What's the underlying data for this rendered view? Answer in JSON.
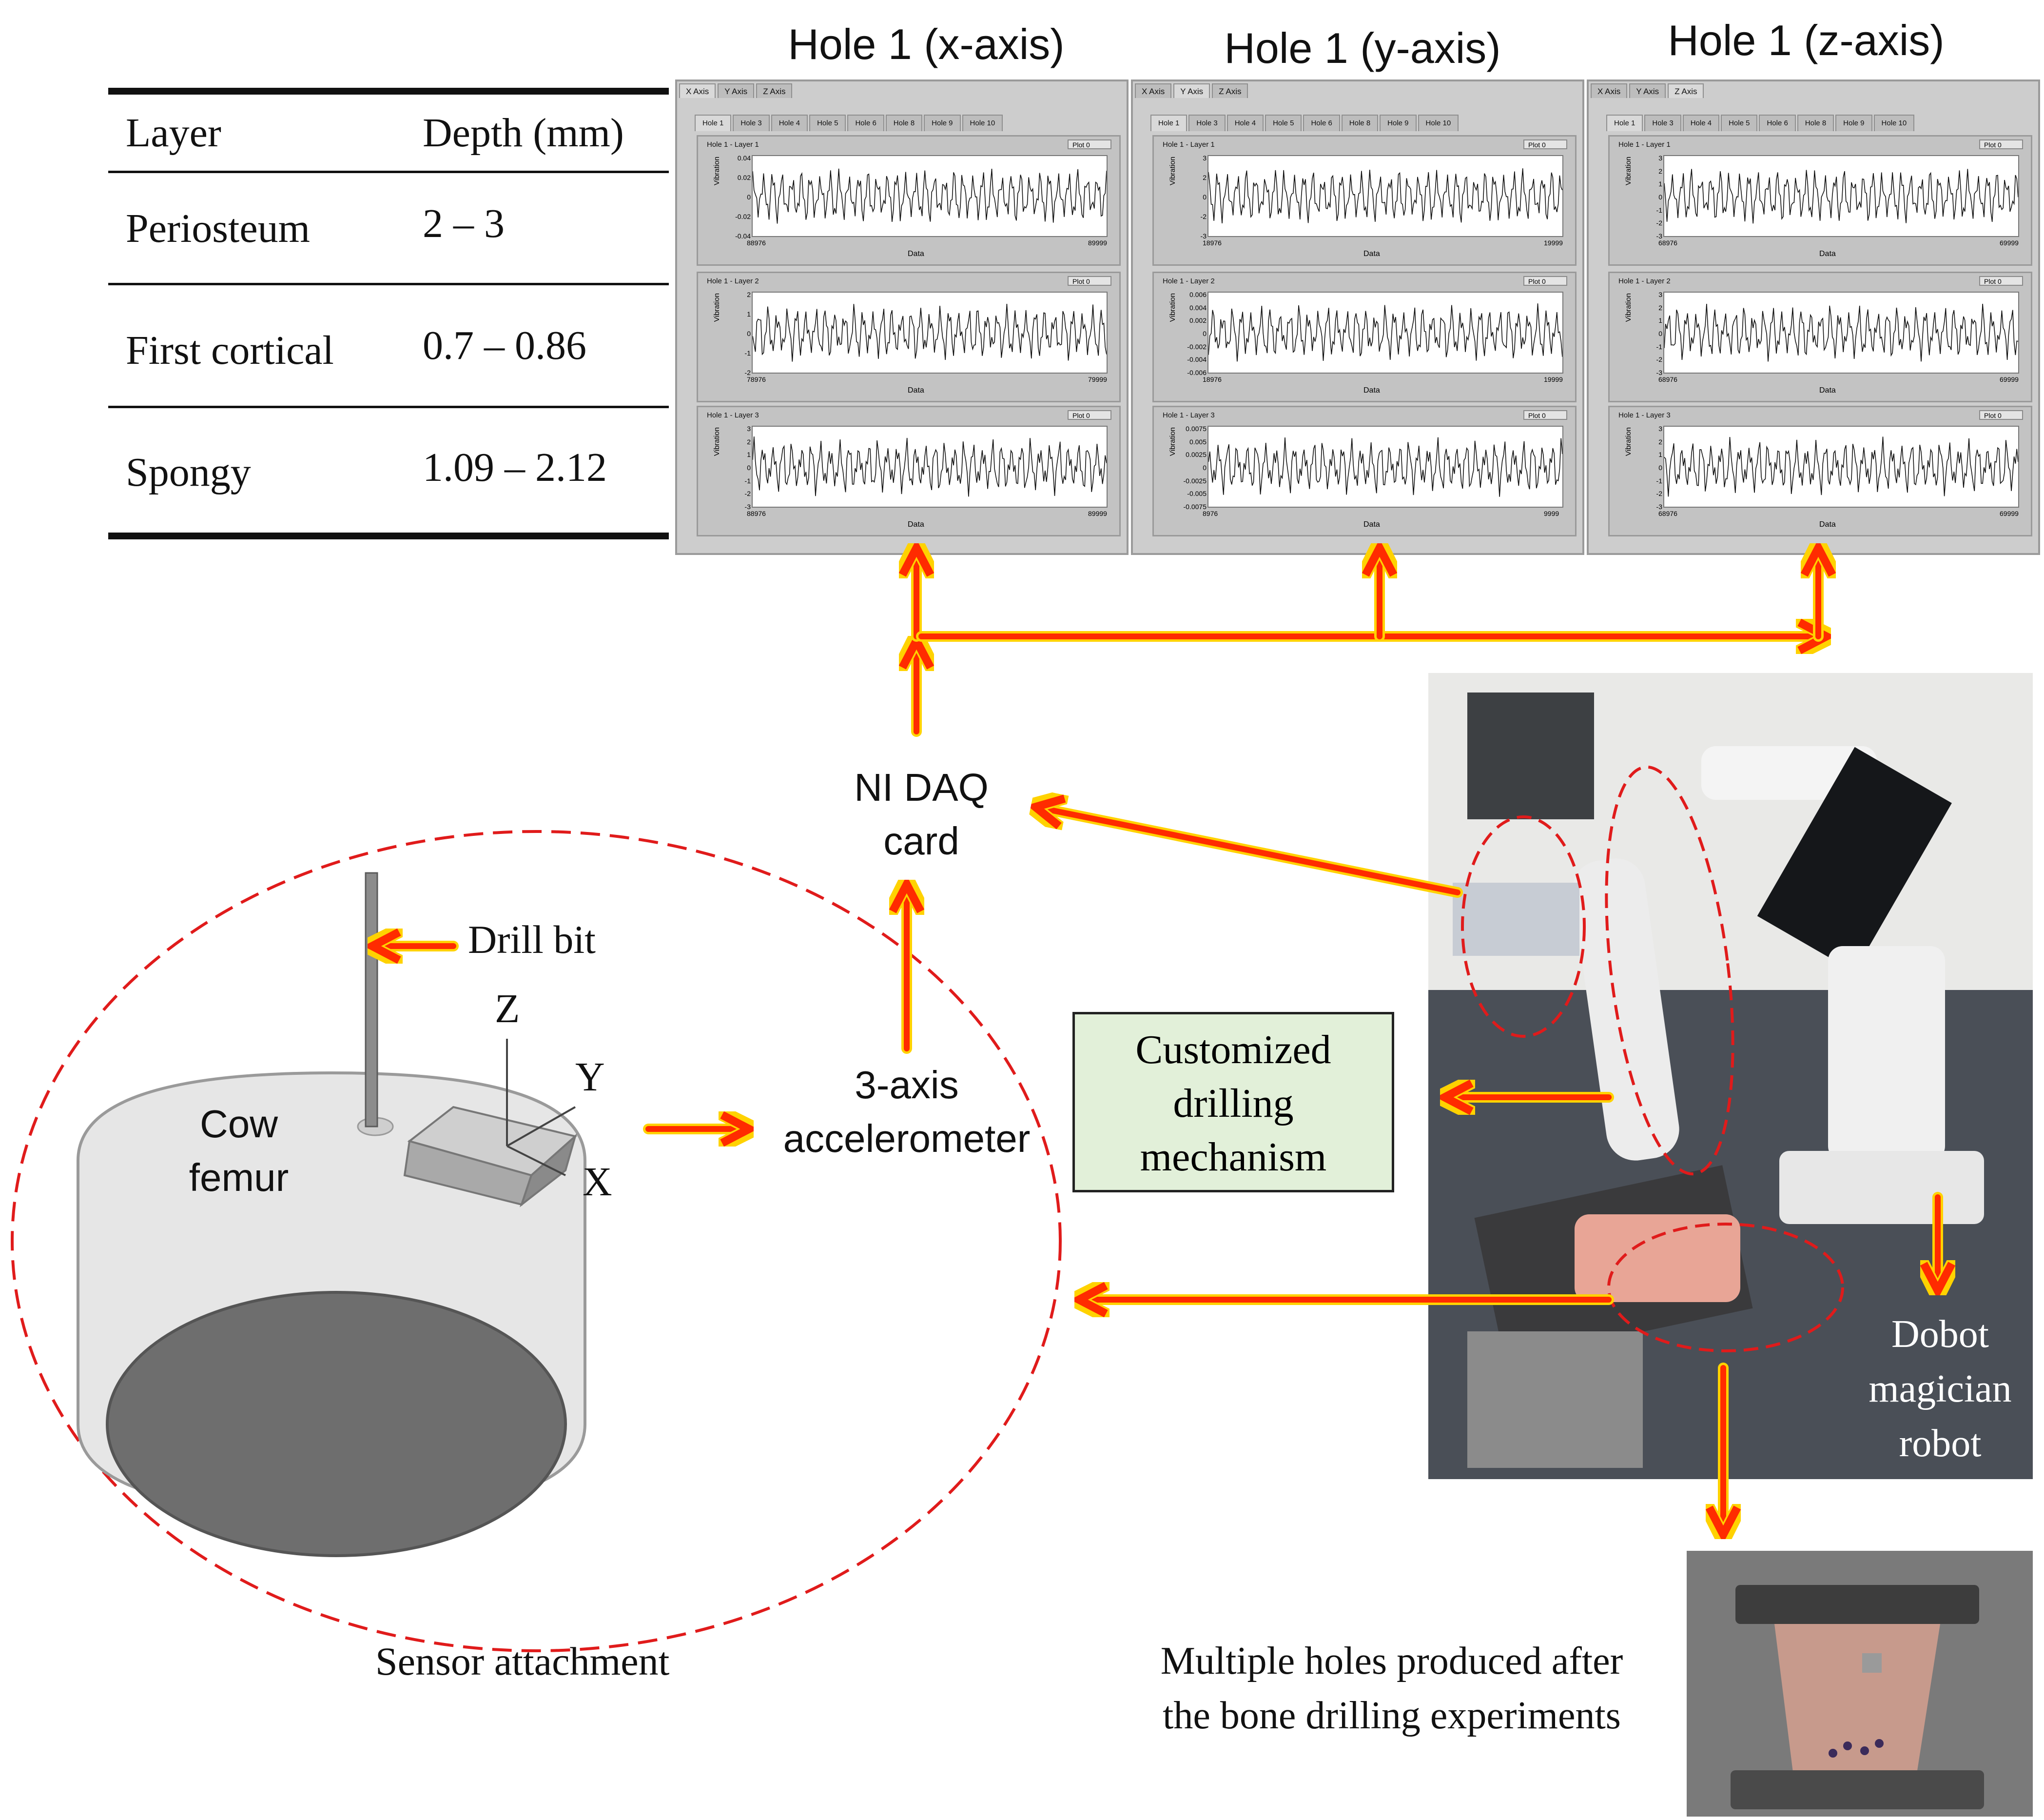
{
  "table": {
    "header": {
      "layer": "Layer",
      "depth": "Depth (mm)"
    },
    "rows": [
      {
        "layer": "Periosteum",
        "depth": "2 – 3"
      },
      {
        "layer": "First cortical",
        "depth": "0.7 – 0.86"
      },
      {
        "layer": "Spongy",
        "depth": "1.09 – 2.12"
      }
    ]
  },
  "panels": [
    {
      "title": "Hole 1 (x-axis)",
      "axis_tabs": [
        "X Axis",
        "Y Axis",
        "Z Axis"
      ],
      "active_axis": 0,
      "hole_tabs": [
        "Hole 1",
        "Hole 3",
        "Hole 4",
        "Hole 5",
        "Hole 6",
        "Hole 8",
        "Hole 9",
        "Hole 10"
      ],
      "graphs": [
        {
          "label": "Hole 1 - Layer 1",
          "plot": "Plot 0",
          "ylabel": "Vibration",
          "xlabel": "Data",
          "xmin": "88976",
          "xmax": "89999",
          "yticks": [
            "0.04",
            "0.02",
            "0",
            "-0.02",
            "-0.04"
          ]
        },
        {
          "label": "Hole 1 - Layer 2",
          "plot": "Plot 0",
          "ylabel": "Vibration",
          "xlabel": "Data",
          "xmin": "78976",
          "xmax": "79999",
          "yticks": [
            "2",
            "1",
            "0",
            "-1",
            "-2"
          ]
        },
        {
          "label": "Hole 1 - Layer 3",
          "plot": "Plot 0",
          "ylabel": "Vibration",
          "xlabel": "Data",
          "xmin": "88976",
          "xmax": "89999",
          "yticks": [
            "3",
            "2",
            "1",
            "0",
            "-1",
            "-2",
            "-3"
          ]
        }
      ]
    },
    {
      "title": "Hole 1 (y-axis)",
      "axis_tabs": [
        "X Axis",
        "Y Axis",
        "Z Axis"
      ],
      "active_axis": 1,
      "hole_tabs": [
        "Hole 1",
        "Hole 3",
        "Hole 4",
        "Hole 5",
        "Hole 6",
        "Hole 8",
        "Hole 9",
        "Hole 10"
      ],
      "graphs": [
        {
          "label": "Hole 1 - Layer 1",
          "plot": "Plot 0",
          "ylabel": "Vibration",
          "xlabel": "Data",
          "xmin": "18976",
          "xmax": "19999",
          "yticks": [
            "3",
            "2",
            "0",
            "-2",
            "-3"
          ]
        },
        {
          "label": "Hole 1 - Layer 2",
          "plot": "Plot 0",
          "ylabel": "Vibration",
          "xlabel": "Data",
          "xmin": "18976",
          "xmax": "19999",
          "yticks": [
            "0.006",
            "0.004",
            "0.002",
            "0",
            "-0.002",
            "-0.004",
            "-0.006"
          ]
        },
        {
          "label": "Hole 1 - Layer 3",
          "plot": "Plot 0",
          "ylabel": "Vibration",
          "xlabel": "Data",
          "xmin": "8976",
          "xmax": "9999",
          "yticks": [
            "0.0075",
            "0.005",
            "0.0025",
            "0",
            "-0.0025",
            "-0.005",
            "-0.0075"
          ]
        }
      ]
    },
    {
      "title": "Hole 1 (z-axis)",
      "axis_tabs": [
        "X Axis",
        "Y Axis",
        "Z Axis"
      ],
      "active_axis": 2,
      "hole_tabs": [
        "Hole 1",
        "Hole 3",
        "Hole 4",
        "Hole 5",
        "Hole 6",
        "Hole 8",
        "Hole 9",
        "Hole 10"
      ],
      "graphs": [
        {
          "label": "Hole 1 - Layer 1",
          "plot": "Plot 0",
          "ylabel": "Vibration",
          "xlabel": "Data",
          "xmin": "68976",
          "xmax": "69999",
          "yticks": [
            "3",
            "2",
            "1",
            "0",
            "-1",
            "-2",
            "-3"
          ]
        },
        {
          "label": "Hole 1 - Layer 2",
          "plot": "Plot 0",
          "ylabel": "Vibration",
          "xlabel": "Data",
          "xmin": "68976",
          "xmax": "69999",
          "yticks": [
            "3",
            "2",
            "1",
            "0",
            "-1",
            "-2",
            "-3"
          ]
        },
        {
          "label": "Hole 1 - Layer 3",
          "plot": "Plot 0",
          "ylabel": "Vibration",
          "xlabel": "Data",
          "xmin": "68976",
          "xmax": "69999",
          "yticks": [
            "3",
            "2",
            "1",
            "0",
            "-1",
            "-2",
            "-3"
          ]
        }
      ]
    }
  ],
  "labels": {
    "daq_line1": "NI DAQ",
    "daq_line2": "card",
    "accel_line1": "3-axis",
    "accel_line2": "accelerometer",
    "mechanism_line1": "Customized",
    "mechanism_line2": "drilling",
    "mechanism_line3": "mechanism",
    "drill_bit": "Drill bit",
    "femur_line1": "Cow",
    "femur_line2": "femur",
    "axis_z": "Z",
    "axis_y": "Y",
    "axis_x": "X",
    "sensor_attachment": "Sensor attachment",
    "robot_line1": "Dobot",
    "robot_line2": "magician",
    "robot_line3": "robot",
    "holes_line1": "Multiple holes produced after",
    "holes_line2": "the bone drilling experiments"
  },
  "colors": {
    "arrow_fill": "#ff2b00",
    "arrow_outline": "#ffd200",
    "ellipse_dash": "#e01b1b",
    "mechanism_box": "#e2f0d9"
  }
}
